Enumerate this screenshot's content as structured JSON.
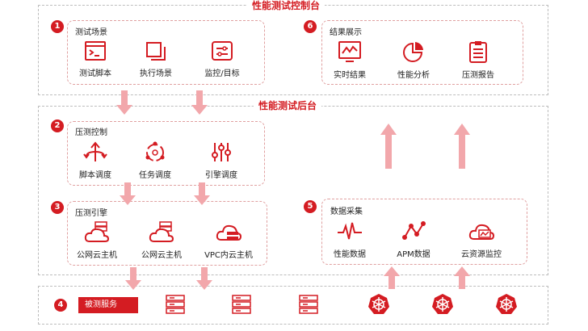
{
  "console": {
    "title": "性能测试控制台"
  },
  "backend": {
    "title": "性能测试后台"
  },
  "cards": {
    "scenario": {
      "number": "1",
      "title": "测试场景",
      "items": [
        {
          "label": "测试脚本",
          "icon": "terminal-icon"
        },
        {
          "label": "执行场景",
          "icon": "layers-icon"
        },
        {
          "label": "监控/目标",
          "icon": "sliders-icon"
        }
      ]
    },
    "results": {
      "number": "6",
      "title": "结果展示",
      "items": [
        {
          "label": "实时结果",
          "icon": "monitor-chart-icon"
        },
        {
          "label": "性能分析",
          "icon": "pie-chart-icon"
        },
        {
          "label": "压测报告",
          "icon": "clipboard-report-icon"
        }
      ]
    },
    "control": {
      "number": "2",
      "title": "压测控制",
      "items": [
        {
          "label": "脚本调度",
          "icon": "split-arrows-icon"
        },
        {
          "label": "任务调度",
          "icon": "cycle-icon"
        },
        {
          "label": "引擎调度",
          "icon": "equalizer-icon"
        }
      ]
    },
    "engine": {
      "number": "3",
      "title": "压测引擎",
      "items": [
        {
          "label": "公网云主机",
          "icon": "cloud-server-icon"
        },
        {
          "label": "公网云主机",
          "icon": "cloud-server-icon"
        },
        {
          "label": "VPC内云主机",
          "icon": "cloud-vpc-icon"
        }
      ]
    },
    "collection": {
      "number": "5",
      "title": "数据采集",
      "items": [
        {
          "label": "性能数据",
          "icon": "pulse-icon"
        },
        {
          "label": "APM数据",
          "icon": "network-nodes-icon"
        },
        {
          "label": "云资源监控",
          "icon": "cloud-monitor-icon"
        }
      ]
    }
  },
  "service": {
    "number": "4",
    "label": "被测服务"
  },
  "colors": {
    "accent": "#d41c22",
    "arrow": "#f2a7ab",
    "icon": "#d41c22"
  }
}
